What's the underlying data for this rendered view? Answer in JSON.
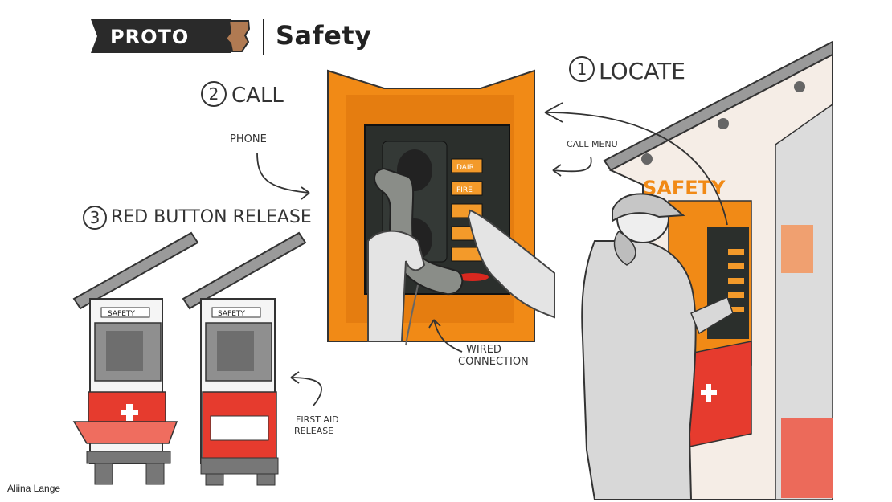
{
  "header": {
    "logo_text": "PROTO",
    "title": "Safety"
  },
  "steps": {
    "locate": {
      "num": "1",
      "label": "LOCATE"
    },
    "call": {
      "num": "2",
      "label": "CALL"
    },
    "release": {
      "num": "3",
      "label": "RED BUTTON RELEASE"
    }
  },
  "annotations": {
    "phone": "PHONE",
    "call_menu": "CALL MENU",
    "wired": [
      "WIRED",
      "CONNECTION"
    ],
    "first_aid": [
      "FIRST AID",
      "RELEASE"
    ]
  },
  "panel_buttons": [
    "DAIR",
    "FIRE",
    "",
    "",
    ""
  ],
  "booth": {
    "safety_sign": "SAFETY",
    "kiosk_label": "SAFETY"
  },
  "credit": "Aliina Lange",
  "colors": {
    "orange": "#f18a16",
    "dark_panel": "#2b2f2c",
    "red": "#e63b2e",
    "gray": "#c8c8c8"
  }
}
